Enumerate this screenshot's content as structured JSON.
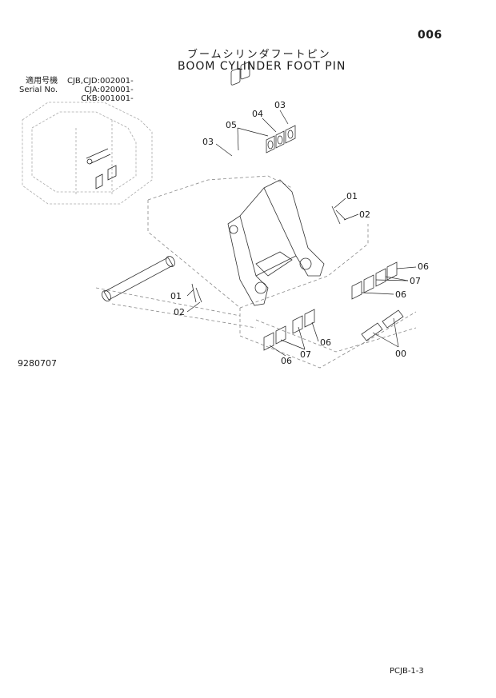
{
  "page_number": "006",
  "title_jp": "ブームシリンダフートピン",
  "title_en": "BOOM CYLINDER FOOT PIN",
  "serial": {
    "label_jp": "適用号機",
    "label_en": "Serial No.",
    "values": [
      "CJB,CJD:002001-",
      "CJA:020001-",
      "CKB:001001-"
    ]
  },
  "callouts": [
    "03",
    "05",
    "04",
    "03",
    "01",
    "02",
    "06",
    "07",
    "06",
    "01",
    "02",
    "07",
    "06",
    "06",
    "00"
  ],
  "drawing_number": "9280707",
  "page_code": "PCJB-1-3"
}
